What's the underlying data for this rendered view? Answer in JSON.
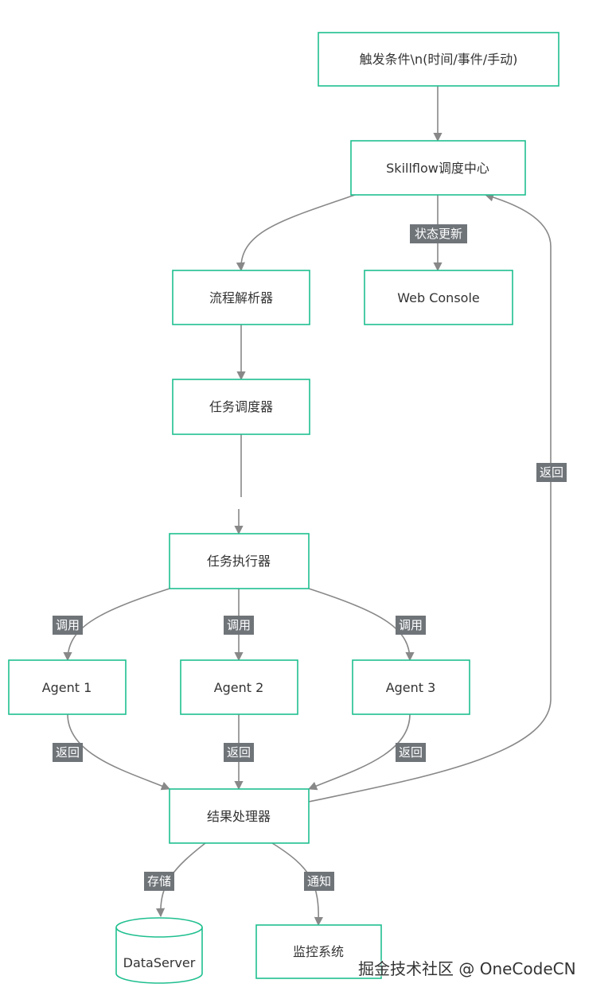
{
  "colors": {
    "node_border": "#1fbf8f",
    "edge": "#888888",
    "label_bg": "#6f7479"
  },
  "nodes": {
    "trigger": "触发条件\\n(时间/事件/手动)",
    "center": "Skillflow调度中心",
    "parser": "流程解析器",
    "console": "Web Console",
    "scheduler": "任务调度器",
    "executor": "任务执行器",
    "agent1": "Agent 1",
    "agent2": "Agent 2",
    "agent3": "Agent 3",
    "result": "结果处理器",
    "dataserver": "DataServer",
    "monitor": "监控系统"
  },
  "edge_labels": {
    "status_update": "状态更新",
    "return_main": "返回",
    "call1": "调用",
    "call2": "调用",
    "call3": "调用",
    "return1": "返回",
    "return2": "返回",
    "return3": "返回",
    "store": "存储",
    "notify": "通知"
  },
  "watermark": "掘金技术社区 @ OneCodeCN"
}
